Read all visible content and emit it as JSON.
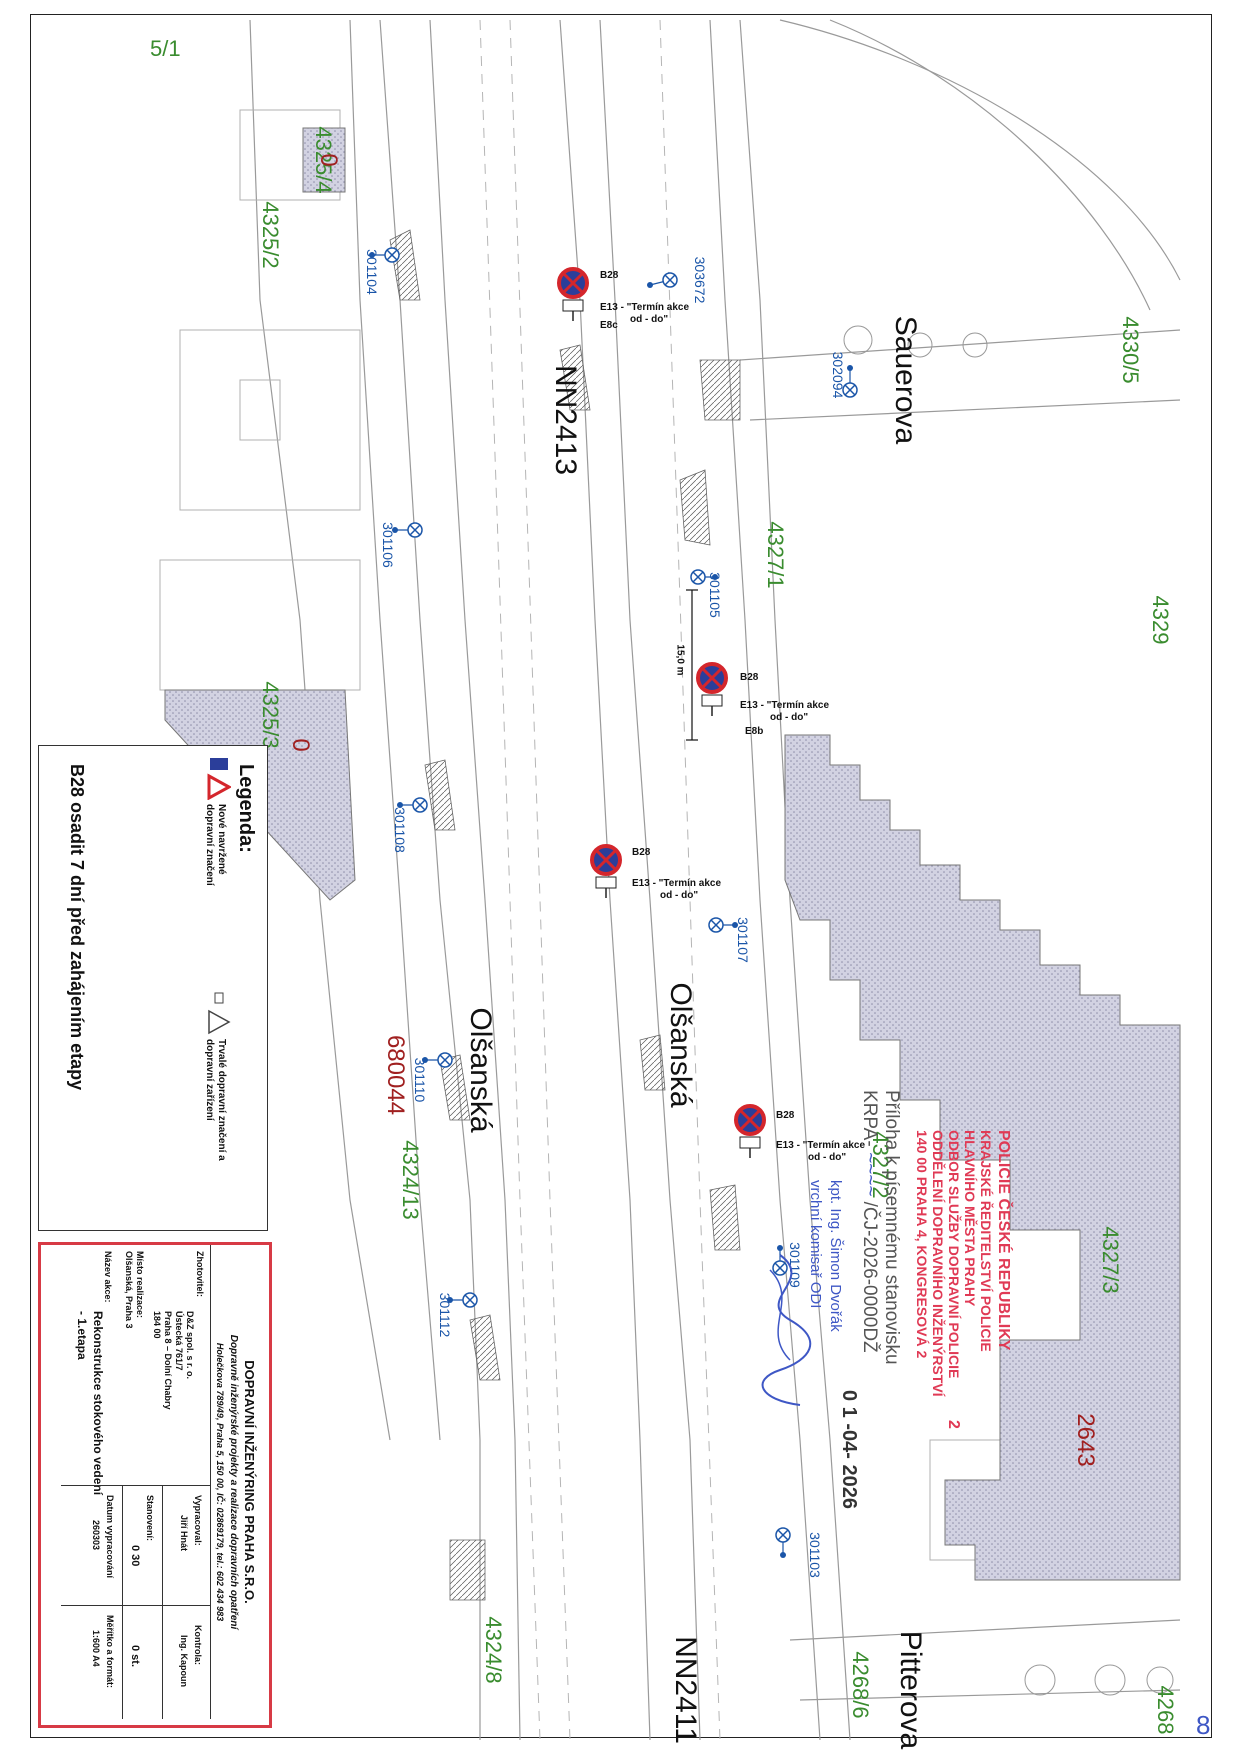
{
  "map": {
    "top_left_fragment": "5/1",
    "nn_labels": [
      "NN2413",
      "NN2411"
    ],
    "streets": {
      "sauerova": "Sauerova",
      "olsanska": "Olšanská",
      "pitterova": "Pitterova"
    },
    "parcels": {
      "p_4325_4": "4325/4",
      "p_4325_2": "4325/2",
      "p_4330_5": "4330/5",
      "p_4327_1": "4327/1",
      "p_4329": "4329",
      "p_4325_3": "4325/3",
      "p_4327_2": "4327/2",
      "p_4327_3": "4327/3",
      "p_4324_13": "4324/13",
      "p_4324_8": "4324/8",
      "p_4268_6": "4268/6",
      "p_4268": "4268"
    },
    "red_labels": {
      "zero_a": "0",
      "zero_b": "0",
      "n680044": "680044",
      "n2643": "2643"
    },
    "nodes": {
      "n301104": "301104",
      "n303672": "303672",
      "n302094": "302094",
      "n301106": "301106",
      "n301105": "301105",
      "n301108": "301108",
      "n301107": "301107",
      "n301110": "301110",
      "n301112": "301112",
      "n301109": "301109",
      "n301103": "301103"
    },
    "signs": {
      "b28": "B28",
      "e13": "E13 - \"Termín akce",
      "e13b": "od - do\"",
      "e8c": "E8c",
      "e8b": "E8b",
      "dimension": "15,0 m"
    },
    "corner_mark": "8",
    "sign_color": "#d4262c",
    "sign_fill": "#2b3e9a",
    "hatch_color": "#c9c9dc"
  },
  "legend": {
    "title": "Legenda:",
    "item_new": "Nové navržené dopravní značení",
    "item_perm": "Trvalé dopravní značení a dopravní zařízení",
    "note": "B28 osadit 7 dní před zahájením etapy"
  },
  "title_block": {
    "company": "DOPRAVNÍ INŽENÝRING PRAHA S.R.O.",
    "tagline": "Dopravně inženýrské projekty a realizace dopravních opatření",
    "address": "Holečkova 789/49, Praha 5, 150 00, IČ: 02869179, tel.: 602 434 983",
    "zhotovitel_label": "Zhotovitel:",
    "zhotovitel": "D&Z spol. s r. o.",
    "zhotovitel_addr1": "Ústecká 761/7",
    "zhotovitel_addr2": "Praha 8 – Dolní Chabry",
    "zhotovitel_addr3": "184 00",
    "misto_label": "Místo realizace:",
    "misto": "Olšanská, Praha 3",
    "nazev_label": "Název akce:",
    "nazev1": "Rekonstrukce stokového vedení",
    "nazev2": "- 1.etapa",
    "vypracoval_label": "Vypracoval:",
    "vypracoval": "Jiří Hnát",
    "kontrola_label": "Kontrola:",
    "kontrola": "Ing. Kapoun",
    "stanoveni_label": "Stanovení:",
    "stanoveni_val1": "0  30",
    "stanoveni_val2": "0 st.",
    "datum_label": "Datum vypracování",
    "datum": "260303",
    "meritko_label": "Měřítko a formát:",
    "meritko": "1:600  A4"
  },
  "stamp": {
    "line1": "POLICIE ČESKÉ REPUBLIKY",
    "line2": "KRAJSKÉ ŘEDITELSTVÍ POLICIE",
    "line3": "HLAVNÍHO MĚSTA PRAHY",
    "line4": "ODBOR SLUŽBY DOPRAVNÍ POLICIE",
    "line5": "ODDĚLENÍ DOPRAVNÍHO INŽENÝRSTVÍ",
    "line6": "140 00 PRAHA 4, KONGRESOVÁ 2",
    "number": "2",
    "attach": "Příloha k písemnému stanovisku",
    "krpa": "KRPA-",
    "krpa_suffix": "/ČJ-2026-0000DŽ",
    "officer": "kpt. Ing. Šimon Dvořák",
    "officer_role": "vrchní komisař ODI",
    "date": "0 1 -04- 2026"
  }
}
